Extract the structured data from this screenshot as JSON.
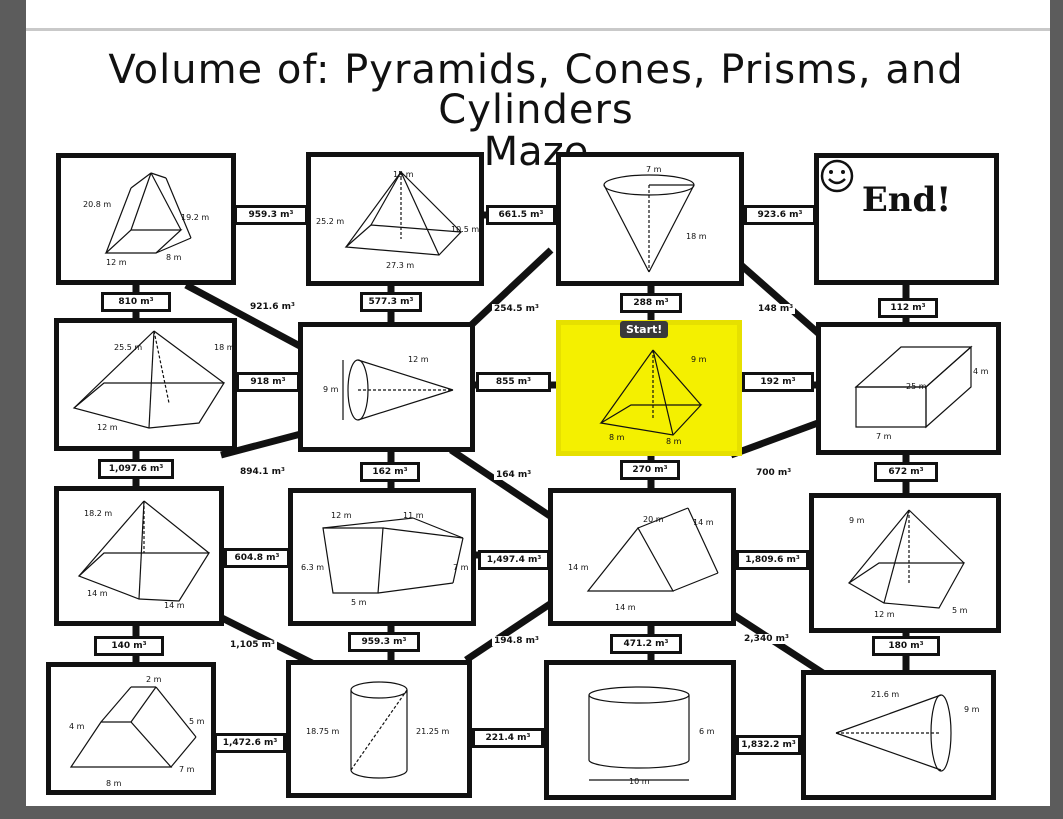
{
  "title": {
    "line1": "Volume of: Pyramids, Cones, Prisms, and Cylinders",
    "line2": "Maze"
  },
  "end_label": "End!",
  "start_label": "Start!",
  "edges": {
    "e_a_b": "959.3 m³",
    "e_b_c": "661.5 m³",
    "e_c_end": "923.6 m³",
    "e_a_d": "810 m³",
    "e_b_e": "577.3 m³",
    "e_c_f": "288 m³",
    "e_end_g": "112 m³",
    "e_d_e": "918 m³",
    "e_e_f": "855 m³",
    "e_f_g": "192 m³",
    "e_d_h": "1,097.6 m³",
    "e_e_i": "162 m³",
    "e_f_j": "270 m³",
    "e_g_k": "672 m³",
    "e_h_i": "604.8 m³",
    "e_i_j": "1,497.4 m³",
    "e_j_k": "1,809.6 m³",
    "e_h_l": "140 m³",
    "e_i_m": "959.3 m³",
    "e_j_n": "471.2 m³",
    "e_k_o": "180 m³",
    "e_l_m": "1,472.6 m³",
    "e_m_n": "221.4 m³",
    "e_n_o": "1,832.2 m³"
  },
  "diagonals": {
    "d1": "921.6 m³",
    "d2": "254.5 m³",
    "d3": "148 m³",
    "d4": "894.1 m³",
    "d5": "164 m³",
    "d6": "700 m³",
    "d7": "1,105 m³",
    "d8": "194.8 m³",
    "d9": "2,340 m³"
  },
  "shapes": {
    "a": [
      "20.8 m",
      "19.2 m",
      "12 m",
      "8 m"
    ],
    "b": [
      "15 m",
      "25.2 m",
      "10.5 m",
      "27.3 m"
    ],
    "c": [
      "7 m",
      "18 m"
    ],
    "d": [
      "25.5 m",
      "18 m",
      "12 m"
    ],
    "e": [
      "12 m",
      "9 m"
    ],
    "f": [
      "9 m",
      "8 m",
      "8 m"
    ],
    "g": [
      "25 m",
      "4 m",
      "7 m"
    ],
    "h": [
      "18.2 m",
      "14 m",
      "14 m"
    ],
    "i": [
      "12 m",
      "11 m",
      "6.3 m",
      "7 m",
      "5 m"
    ],
    "j": [
      "20 m",
      "14 m",
      "14 m",
      "14 m"
    ],
    "k": [
      "9 m",
      "12 m",
      "5 m"
    ],
    "l": [
      "2 m",
      "4 m",
      "5 m",
      "7 m",
      "8 m"
    ],
    "m": [
      "18.75 m",
      "21.25 m"
    ],
    "n": [
      "6 m",
      "10 m"
    ],
    "o": [
      "21.6 m",
      "9 m"
    ]
  }
}
